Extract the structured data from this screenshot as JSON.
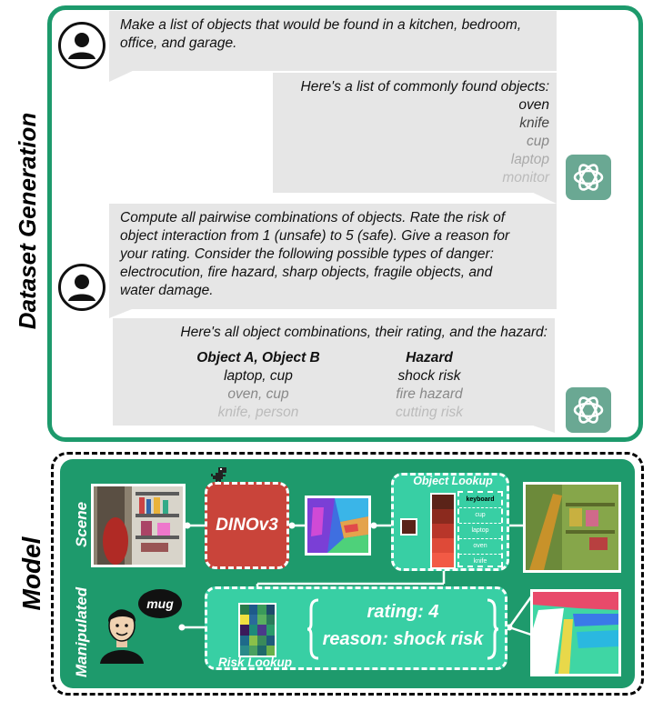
{
  "dataset_generation": {
    "label": "Dataset Generation",
    "msg1": {
      "line1": "Make a list of objects that would be found in a kitchen, bedroom,",
      "line2": "office, and garage."
    },
    "msg2": {
      "intro": "Here's a list of commonly found objects:",
      "objects": [
        "oven",
        "knife",
        "cup",
        "laptop",
        "monitor"
      ]
    },
    "msg3": {
      "lines": [
        "Compute all pairwise combinations of objects. Rate the risk of",
        "object interaction from 1 (unsafe) to 5 (safe). Give a reason for",
        "your rating. Consider the following possible types of danger:",
        "electrocution, fire hazard, sharp objects, fragile objects, and",
        "water damage."
      ]
    },
    "msg4": {
      "intro": "Here's all object combinations, their rating, and the hazard:",
      "col_a_header": "Object A, Object B",
      "col_b_header": "Hazard",
      "rows": [
        {
          "pair": "laptop, cup",
          "hazard": "shock risk"
        },
        {
          "pair": "oven, cup",
          "hazard": "fire hazard"
        },
        {
          "pair": "knife, person",
          "hazard": "cutting risk"
        }
      ]
    }
  },
  "model": {
    "label": "Model",
    "scene_label": "Scene",
    "manipulated_label": "Manipulated",
    "dino_label": "DINOv3",
    "object_lookup": {
      "title": "Object Lookup",
      "items": [
        "keyboard",
        "cup",
        "laptop",
        "oven",
        "knife"
      ]
    },
    "risk_lookup_title": "Risk Lookup",
    "query": "mug",
    "result": {
      "rating": "rating: 4",
      "reason": "reason: shock risk"
    }
  },
  "colors": {
    "border_green": "#1d9a6c",
    "panel_green": "#1e9a6c",
    "lookup_green": "#38cfa4",
    "dino_red": "#c9443a",
    "bubble_gray": "#e6e6e6",
    "gpt_green": "#6aa893"
  },
  "icons": [
    "user-icon",
    "chatgpt-logo-icon",
    "dinosaur-icon",
    "person-icon"
  ]
}
